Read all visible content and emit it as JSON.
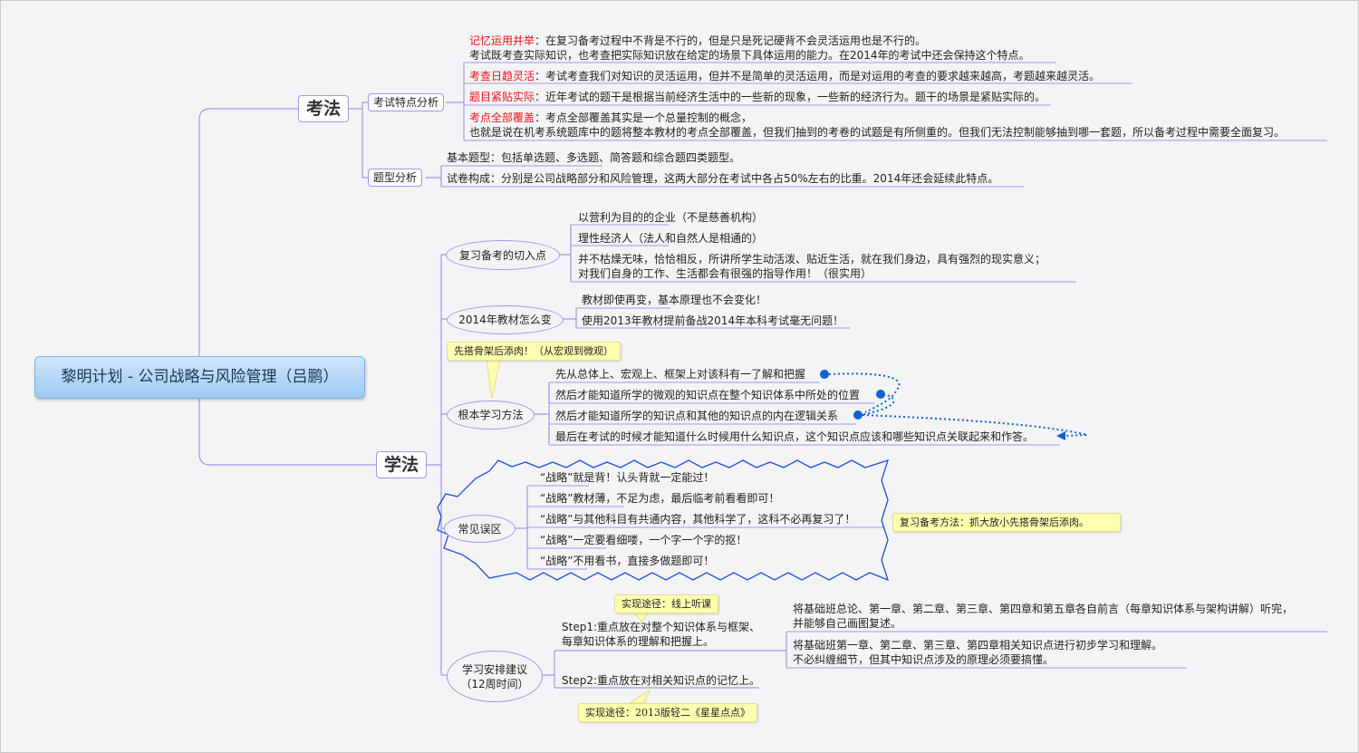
{
  "root": {
    "label": "黎明计划 - 公司战略与风险管理（吕鹏）"
  },
  "kaofa": {
    "label": "考法",
    "features": {
      "label": "考试特点分析",
      "items": [
        {
          "key": "记忆运用并举",
          "text": "：在复习备考过程中不背是不行的，但是只是死记硬背不会灵活运用也是不行的。",
          "text2": "考试既考查实际知识，也考查把实际知识放在给定的场景下具体运用的能力。在2014年的考试中还会保持这个特点。"
        },
        {
          "key": "考查日趋灵活",
          "text": "：考试考查我们对知识的灵活运用，但并不是简单的灵活运用，而是对运用的考查的要求越来越高，考题越来越灵活。"
        },
        {
          "key": "题目紧贴实际",
          "text": "：近年考试的题干是根据当前经济生活中的一些新的现象，一些新的经济行为。题干的场景是紧贴实际的。"
        },
        {
          "key": "考点全部覆盖",
          "text": "：考点全部覆盖其实是一个总量控制的概念，",
          "text2": "也就是说在机考系统题库中的题将整本教材的考点全部覆盖，但我们抽到的考卷的试题是有所侧重的。但我们无法控制能够抽到哪一套题，所以备考过程中需要全面复习。"
        }
      ]
    },
    "types": {
      "label": "题型分析",
      "items": [
        "基本题型：包括单选题、多选题、简答题和综合题四类题型。",
        "试卷构成：分别是公司战略部分和风险管理，这两大部分在考试中各占50%左右的比重。2014年还会延续此特点。"
      ]
    }
  },
  "xuefa": {
    "label": "学法",
    "entry": {
      "label": "复习备考的切入点",
      "items": [
        "以营利为目的的企业（不是慈善机构）",
        "理性经济人（法人和自然人是相通的）",
        "并不枯燥无味，恰恰相反，所讲所学生动活泼、贴近生活，就在我们身边，具有强烈的现实意义；",
        "对我们自身的工作、生活都会有很强的指导作用！（很实用）"
      ]
    },
    "textbook": {
      "label": "2014年教材怎么变",
      "items": [
        "教材即使再变，基本原理也不会变化！",
        "使用2013年教材提前备战2014年本科考试毫无问题！"
      ]
    },
    "method": {
      "label": "根本学习方法",
      "callout": "先搭骨架后添肉！（从宏观到微观）",
      "items": [
        "先从总体上、宏观上、框架上对该科有一了解和把握",
        "然后才能知道所学的微观的知识点在整个知识体系中所处的位置",
        "然后才能知道所学的知识点和其他的知识点的内在逻辑关系",
        "最后在考试的时候才能知道什么时候用什么知识点，这个知识点应该和哪些知识点关联起来和作答。"
      ]
    },
    "mistakes": {
      "label": "常见误区",
      "callout": "复习备考方法：抓大放小先搭骨架后添肉。",
      "items": [
        "“战略”就是背！认头背就一定能过！",
        "“战略”教材薄，不足为虑，最后临考前看看即可！",
        "“战略”与其他科目有共通内容，其他科学了，这科不必再复习了！",
        "“战略”一定要看细喽，一个字一个字的抠！",
        "“战略”不用看书，直接多做题即可！"
      ]
    },
    "schedule": {
      "label": "学习安排建议",
      "label2": "（12周时间）",
      "step1": {
        "line1": "Step1:重点放在对整个知识体系与框架、",
        "line2": "每章知识体系的理解和把握上。",
        "callout": "实现途径：线上听课",
        "items": [
          {
            "line1": "将基础班总论、第一章、第二章、第三章、第四章和第五章各自前言（每章知识体系与架构讲解）听完，",
            "line2": "并能够自己画图复述。"
          },
          {
            "line1": "将基础班第一章、第二章、第三章、第四章相关知识点进行初步学习和理解。",
            "line2": "不必纠缠细节，但其中知识点涉及的原理必须要搞懂。"
          }
        ]
      },
      "step2": {
        "label": "Step2:重点放在对相关知识点的记忆上。",
        "callout": "实现途径：2013版轻二《星星点点》"
      }
    }
  },
  "colors": {
    "link": "#9a9ae6",
    "accent_red": "#e8141a",
    "dotted": "#1060d0",
    "callout": "#ffffb0",
    "root": "#9ccaf2"
  }
}
